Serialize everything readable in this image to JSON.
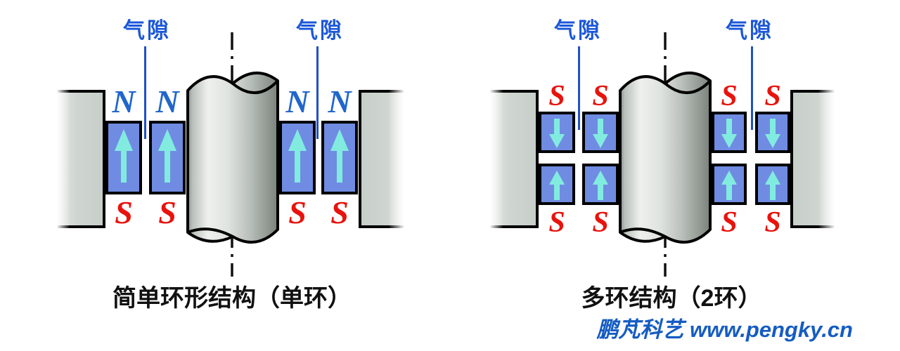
{
  "figure": {
    "background": "#ffffff",
    "watermark": {
      "text": "鹏芃科艺 www.pengky.cn",
      "color": "#155cc2"
    },
    "colors": {
      "air_gap_label": "#1b57d8",
      "leader_line": "#2050c8",
      "pole_n": "#2166cc",
      "pole_s": "#e8130d",
      "magnet_fill": "#6f8ce2",
      "magnet_border": "#000000",
      "arrow_fill": "#82ebe0",
      "block_fill": "#cfd5d1",
      "caption": "#111111",
      "axis_line": "#111111"
    },
    "diagrams": [
      {
        "name": "simple-ring-structure",
        "caption": "简单环形结构（单环）",
        "air_gap_labels": [
          "气隙",
          "气隙"
        ],
        "top_poles": [
          "N",
          "N",
          "N",
          "N"
        ],
        "bottom_poles": [
          "S",
          "S",
          "S",
          "S"
        ],
        "arrow_directions": [
          "up",
          "up",
          "up",
          "up"
        ]
      },
      {
        "name": "multi-ring-structure-2",
        "caption": "多环结构（2环）",
        "air_gap_labels": [
          "气隙",
          "气隙"
        ],
        "top_poles": [
          "S",
          "S",
          "S",
          "S"
        ],
        "bottom_poles": [
          "S",
          "S",
          "S",
          "S"
        ],
        "arrow_directions_top_row": [
          "down",
          "down",
          "down",
          "down"
        ],
        "arrow_directions_bottom_row": [
          "up",
          "up",
          "up",
          "up"
        ]
      }
    ]
  }
}
